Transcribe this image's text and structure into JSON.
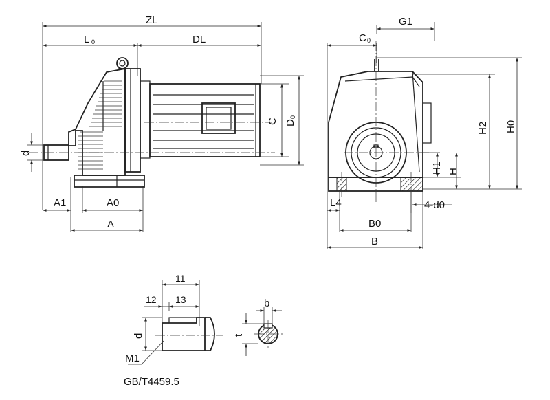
{
  "labels": {
    "zl": "ZL",
    "l0": "L",
    "l0_sub": "0",
    "dl": "DL",
    "c": "C",
    "d0": "D",
    "d0_sub": "0",
    "d": "d",
    "a1": "A1",
    "a0": "A0",
    "a": "A",
    "g1": "G1",
    "c0": "C",
    "c0_sub": "0",
    "h2": "H2",
    "h0": "H0",
    "h1": "H1",
    "h": "H",
    "l4": "L4",
    "four_d0": "4-d0",
    "b0": "B0",
    "b": "B",
    "dim_11": "11",
    "dim_12": "12",
    "dim_13": "13",
    "detail_d": "d",
    "m1": "M1",
    "standard": "GB/T4459.5",
    "key_b": "b",
    "key_t": "t"
  }
}
